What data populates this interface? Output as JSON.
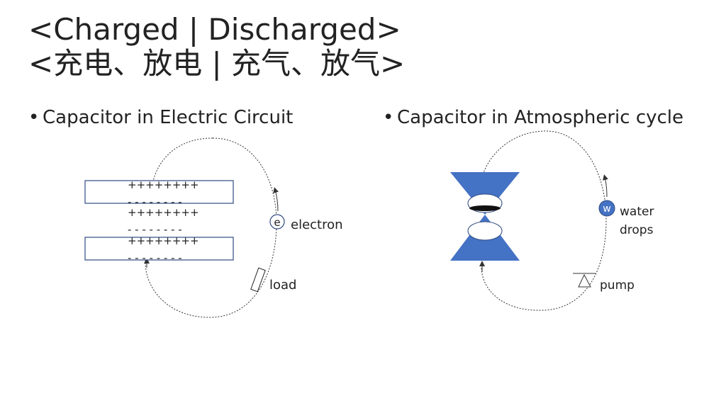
{
  "slide": {
    "title_line1": "<Charged | Discharged>",
    "title_line2": "<充电、放电 | 充气、放气>"
  },
  "left_panel": {
    "bullet_text": "Capacitor in Electric Circuit",
    "plate_top_charges": "++++++++",
    "plate_top_bottom_charges": "- - - - - - - -",
    "middle_positive": "++++++++",
    "middle_negative": "- - - - - - - -",
    "plate_bottom_charges": "++++++++",
    "plate_bottom_bottom_charges": "- - - - - - - -",
    "electron_symbol": "e",
    "electron_label": "electron",
    "load_label": "load"
  },
  "right_panel": {
    "bullet_text": "Capacitor in Atmospheric cycle",
    "water_symbol": "w",
    "water_label_line1": "water",
    "water_label_line2": "drops",
    "pump_label": "pump"
  },
  "colors": {
    "hourglass_blue": "#4472C4",
    "line_dark": "#333333",
    "droplet_fill": "#4472C4"
  }
}
